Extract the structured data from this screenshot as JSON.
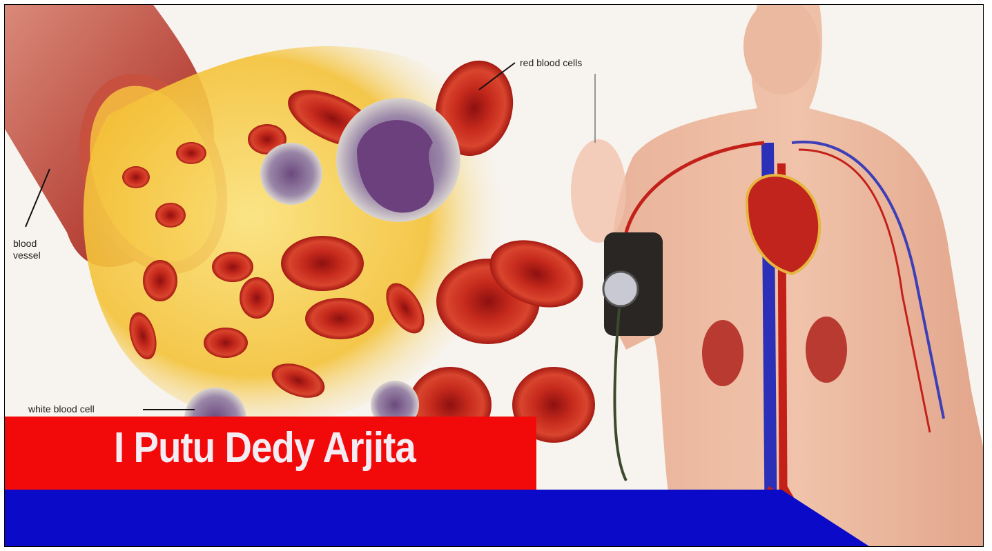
{
  "labels": {
    "blood_vessel": "blood vessel",
    "red_blood_cells": "red blood cells",
    "white_blood_cell": "white blood cell"
  },
  "banner": {
    "author_name": "I Putu Dedy Arjita",
    "red_color": "#f20a0a",
    "blue_color": "#0a0ac8"
  }
}
